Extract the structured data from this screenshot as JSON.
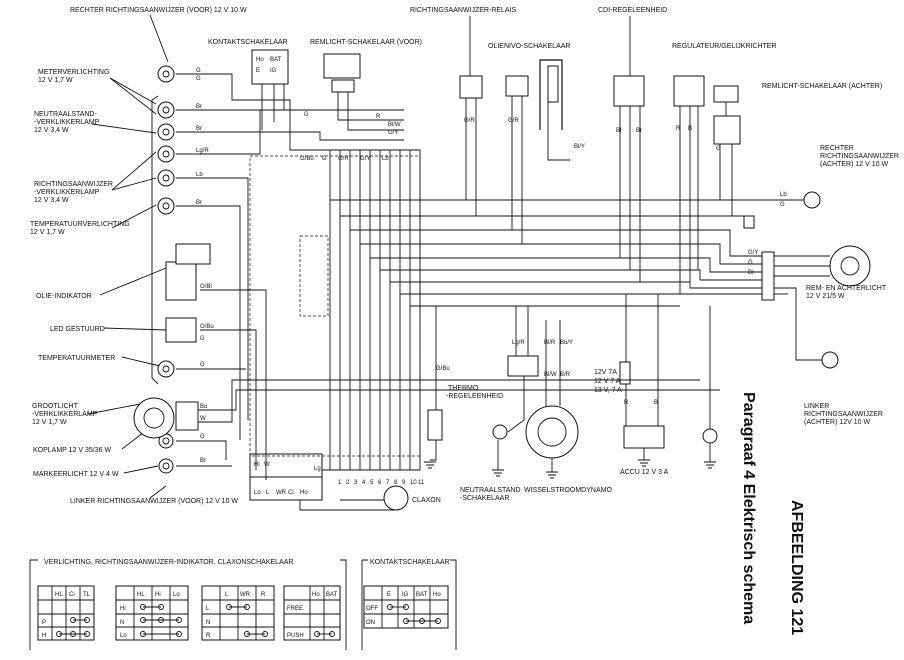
{
  "title": "AFBEELDING 121",
  "subtitle": "Paragraaf 4 Elektrisch schema",
  "labels": {
    "rechter_voor": "RECHTER RICHTINGSAANWIJZER (VOOR) 12 V 10 W",
    "meterverlichting": "METERVERLICHTING",
    "meterverlichting_spec": "12 V 1,7 W",
    "neutraal_lamp": "NEUTRAALSTAND-",
    "neutraal_lamp2": "-VERKLIKKERLAMP",
    "neutraal_spec": "12 V 3,4 W",
    "richting_lamp": "RICHTINGSAANWIJZER",
    "richting_lamp2": "-VERKLIKKERLAMP",
    "richting_spec": "12 V 3,4 W",
    "temp_verlichting": "TEMPERATUURVERLICHTING",
    "temp_verlichting_spec": "12 V 1,7 W",
    "olie": "OLIE-INDIKATOR",
    "led": "LED GESTUURD",
    "tempmeter": "TEMPERATUURMETER",
    "grootlicht": "GROOTLICHT",
    "grootlicht2": "-VERKLIKKERLAMP",
    "grootlicht_spec": "12 V 1,7 W",
    "koplamp": "KOPLAMP 12 V 35/36 W",
    "markeerlicht": "MARKEERLICHT 12 V 4 W",
    "linker_voor": "LINKER RICHTINGSAANWIJZER (VOOR) 12 V 10 W",
    "kontaktschakelaar": "KONTAKTSCHAKELAAR",
    "remlicht_voor": "REMLICHT-SCHAKELAAR (VOOR)",
    "relais": "RICHTINGSAANWIJZER-RELAIS",
    "olienivo": "OLIENIVO-SCHAKELAAR",
    "cdi": "CDI-REGELEENHEID",
    "regulateur": "REGULATEUR/GELIJKRICHTER",
    "remlicht_achter": "REMLICHT-SCHAKELAAR (ACHTER)",
    "rechter_achter": "RECHTER",
    "rechter_achter2": "RICHTINGSAANWIJZER",
    "rechter_achter3": "(ACHTER) 12 V 10 W",
    "rem_achterlicht": "REM- EN ACHTERLICHT",
    "rem_spec": "12 V 21/5 W",
    "linker_achter": "LINKER",
    "linker_achter2": "RICHTINGSAANWIJZER",
    "linker_achter3": "(ACHTER) 12V 10 W",
    "thermo": "THERMO",
    "thermo2": "-REGELEENHEID",
    "fuse_a": "12V 7A",
    "fuse_b": "12 V 7 A",
    "fuse_c": "13 V, 7 A",
    "accu": "ACCU 12 V 3 A",
    "neutraal_schak": "NEUTRAALSTAND",
    "neutraal_schak2": "-SCHAKELAAR",
    "dynamo": "WISSELSTROOMDYNAMO",
    "claxon": "CLAXON"
  },
  "wire_codes": {
    "g": "G",
    "b": "B",
    "bl": "Bl",
    "br": "Br",
    "lb": "Lb",
    "r": "R",
    "w": "W",
    "gy": "G/Y",
    "bw": "Bl/W",
    "bu": "Bu",
    "gbu": "G/Bu",
    "gr": "G/R",
    "lgr": "Lg/R",
    "gbl": "G/Bl",
    "blr": "Bl/R",
    "buy": "Bu/Y",
    "blw2": "Bl/W",
    "blr2": "B/R",
    "ho": "Ho",
    "bat": "BAT",
    "e": "E",
    "ig": "IG",
    "lg": "Lg",
    "gy2": "G/Y",
    "blY": "Bl/Y",
    "gbu2": "G/Bu",
    "lo": "Lo",
    "hi": "Hi",
    "lw": "L",
    "wr": "WR",
    "tl": "TL",
    "ci": "Ci",
    "hl": "HL"
  },
  "tables": {
    "group_title": "VERLICHTING, RICHTINGSAANWIJZER-INDIKATOR, CLAXONSCHAKELAAR",
    "kontakt_title": "KONTAKTSCHAKELAAR",
    "t1": {
      "cols": [
        "HL",
        "Ci",
        "TL"
      ],
      "rows": [
        "",
        "P",
        "H"
      ]
    },
    "t2": {
      "cols": [
        "HL",
        "Hi",
        "Lo"
      ],
      "rows": [
        "Hi",
        "N",
        "Lo"
      ]
    },
    "t3": {
      "cols": [
        "L",
        "WR",
        "R"
      ],
      "rows": [
        "L",
        "N",
        "R"
      ]
    },
    "t4": {
      "cols": [
        "Ho",
        "BAT"
      ],
      "rows": [
        "FREE",
        "PUSH"
      ]
    },
    "t5": {
      "cols": [
        "E",
        "IG",
        "BAT",
        "Ho"
      ],
      "rows": [
        "OFF",
        "ON"
      ]
    }
  },
  "connector_numbers": [
    "1",
    "2",
    "3",
    "4",
    "5",
    "6",
    "7",
    "8",
    "9",
    "10",
    "11"
  ]
}
